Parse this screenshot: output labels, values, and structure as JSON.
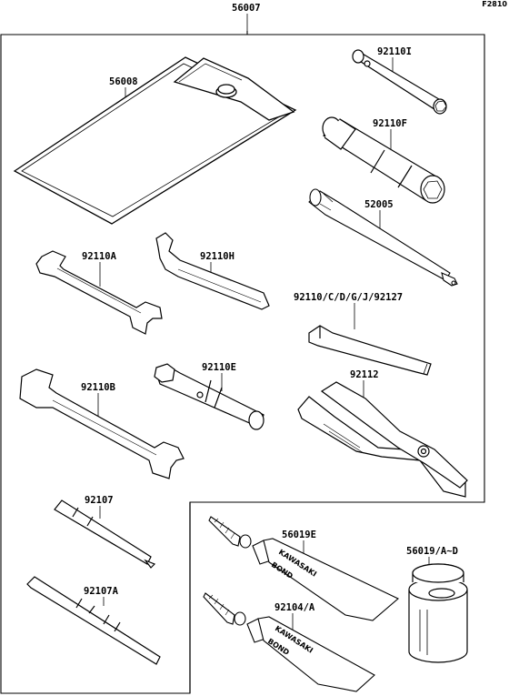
{
  "figure_code": "F2810",
  "labels": {
    "kit": "56007",
    "pouch": "56008",
    "w_92110I": "92110I",
    "w_92110F": "92110F",
    "w_52005": "52005",
    "w_92110A": "92110A",
    "w_92110H": "92110H",
    "w_92110CDGJ": "92110/C/D/G/J/92127",
    "w_92110E": "92110E",
    "w_92112": "92112",
    "w_92110B": "92110B",
    "w_92107": "92107",
    "w_92107A": "92107A",
    "w_56019E": "56019E",
    "w_56019AD": "56019/A~D",
    "w_92104A": "92104/A"
  },
  "tube_text": {
    "brand": "KAWASAKI",
    "product": "BOND"
  }
}
